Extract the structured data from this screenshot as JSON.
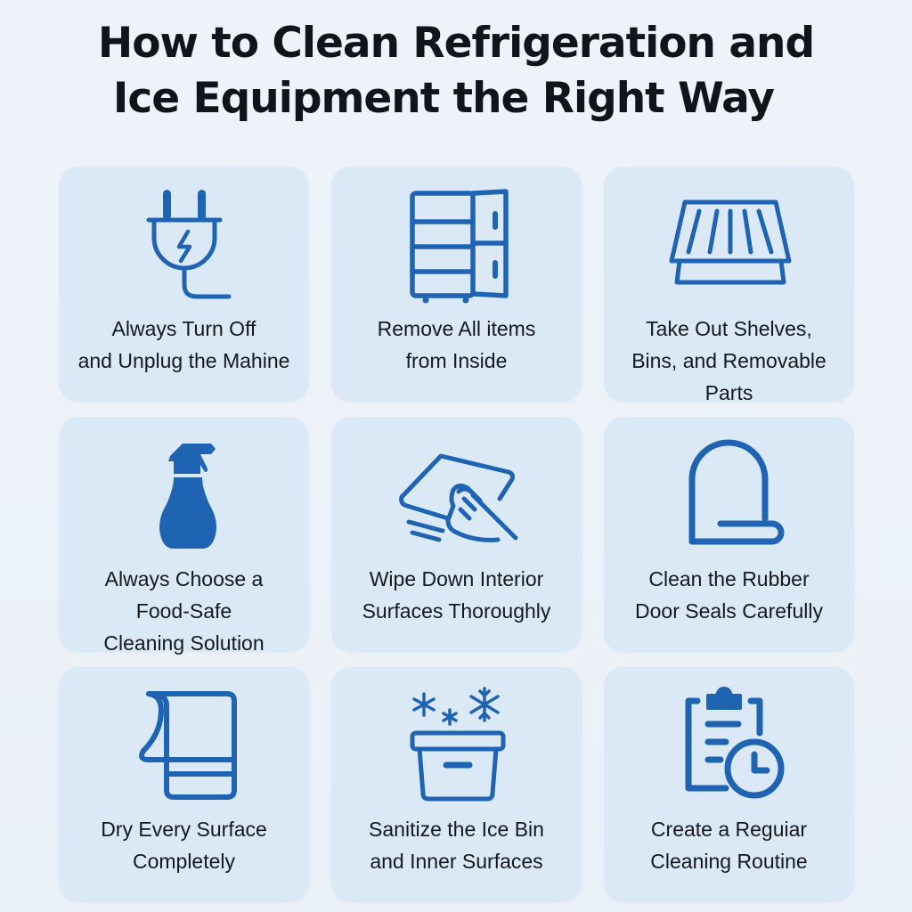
{
  "title": {
    "line1": "How to Clean Refrigeration and",
    "line2": "Ice Equipment the Right Way"
  },
  "colors": {
    "background": "#edf2f9",
    "card": "#dbe9f7",
    "icon": "#1f64b3",
    "text": "#15181c"
  },
  "steps": [
    {
      "icon": "power-plug-icon",
      "lines": [
        "Always Turn Off",
        "and Unplug the Mahine"
      ]
    },
    {
      "icon": "open-refrigerator-icon",
      "lines": [
        "Remove All items",
        "from Inside"
      ]
    },
    {
      "icon": "wire-shelf-icon",
      "lines": [
        "Take Out Shelves,",
        "Bins, and Removable",
        "Parts"
      ]
    },
    {
      "icon": "spray-bottle-icon",
      "lines": [
        "Always Choose a",
        "Food-Safe",
        "Cleaning Solution"
      ]
    },
    {
      "icon": "hand-wiping-cloth-icon",
      "lines": [
        "Wipe Down Interior",
        "Surfaces Thoroughly"
      ]
    },
    {
      "icon": "rubber-door-seal-icon",
      "lines": [
        "Clean the Rubber",
        "Door Seals Carefully"
      ]
    },
    {
      "icon": "towel-icon",
      "lines": [
        "Dry Every Surface",
        "Completely"
      ]
    },
    {
      "icon": "ice-bin-snowflakes-icon",
      "lines": [
        "Sanitize the Ice Bin",
        "and Inner Surfaces"
      ]
    },
    {
      "icon": "clipboard-clock-icon",
      "lines": [
        "Create a Reguiar",
        "Cleaning Routine"
      ]
    }
  ]
}
